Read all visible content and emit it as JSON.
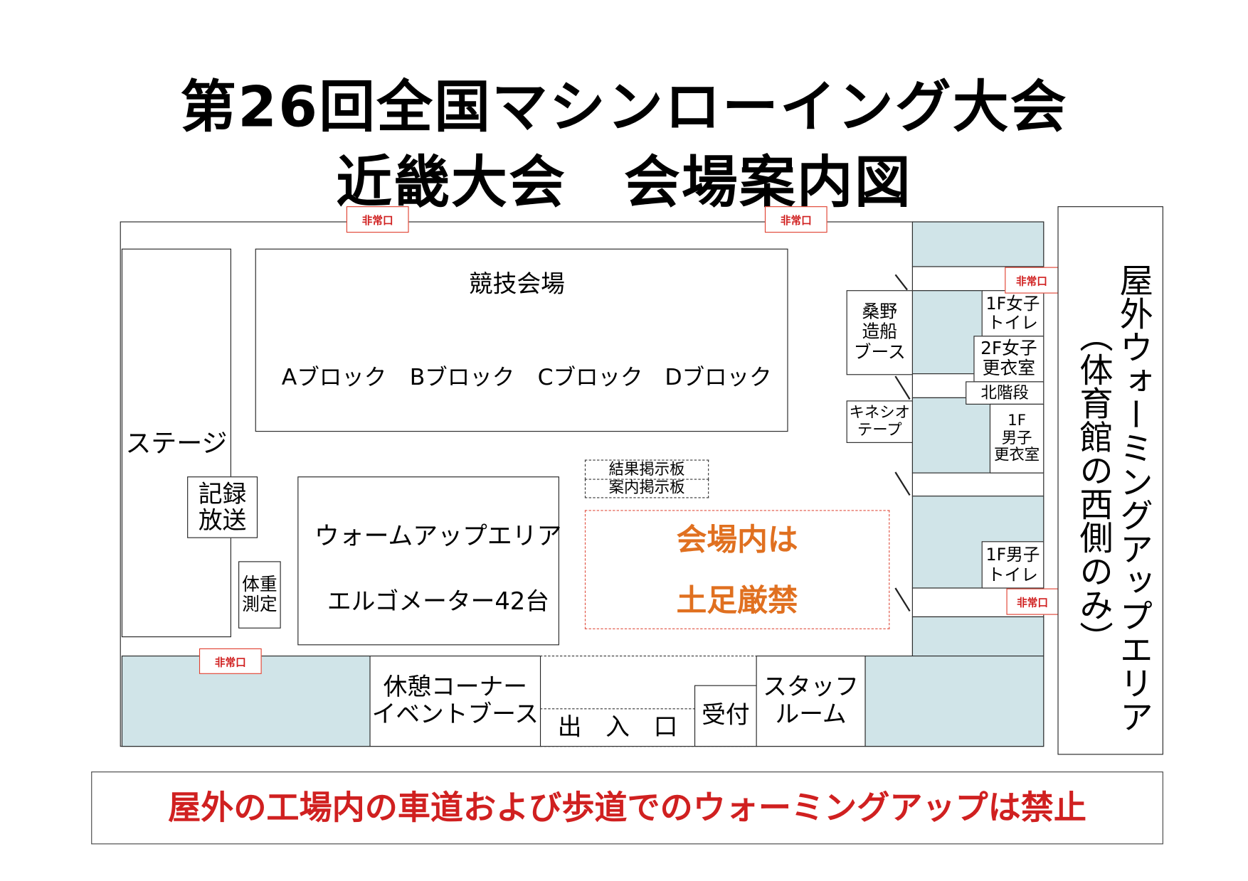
{
  "title": {
    "line1": "第26回全国マシンローイング大会",
    "line2": "近畿大会　会場案内図"
  },
  "exit_label": "非常口",
  "venue": {
    "stage": "ステージ",
    "competition_area": {
      "title": "競技会場",
      "blocks": [
        "Aブロック",
        "Bブロック",
        "Cブロック",
        "Dブロック"
      ]
    },
    "recording": "記録放送",
    "weigh_in": "体重測定",
    "warmup": {
      "line1": "ウォームアップエリア",
      "line2": "エルゴメーター42台"
    },
    "results_board": "結果掲示板",
    "info_board": "案内掲示板",
    "notice": {
      "line1": "会場内は",
      "line2": "土足厳禁",
      "color": "#e07020"
    },
    "rest_corner": {
      "line1": "休憩コーナー",
      "line2": "イベントブース"
    },
    "entrance": "出　入　口",
    "reception": "受付",
    "staff_room": {
      "line1": "スタッフ",
      "line2": "ルーム"
    },
    "kuwano_booth": {
      "line1": "桑野",
      "line2": "造船",
      "line3": "ブース"
    },
    "kinesio": {
      "line1": "キネシオ",
      "line2": "テープ"
    },
    "women_toilet_1f": {
      "line1": "1F女子",
      "line2": "トイレ"
    },
    "women_locker_2f": {
      "line1": "2F女子",
      "line2": "更衣室"
    },
    "north_stairs": "北階段",
    "men_locker_1f": {
      "line1": "1F",
      "line2": "男子",
      "line3": "更衣室"
    },
    "men_toilet_1f": {
      "line1": "1F男子",
      "line2": "トイレ"
    }
  },
  "outdoor": {
    "main": "屋外ウォーミングアップエリア",
    "sub": "（体育館の西側のみ）"
  },
  "banner": {
    "text": "屋外の工場内の車道および歩道でのウォーミングアップは禁止",
    "color": "#d02020"
  }
}
